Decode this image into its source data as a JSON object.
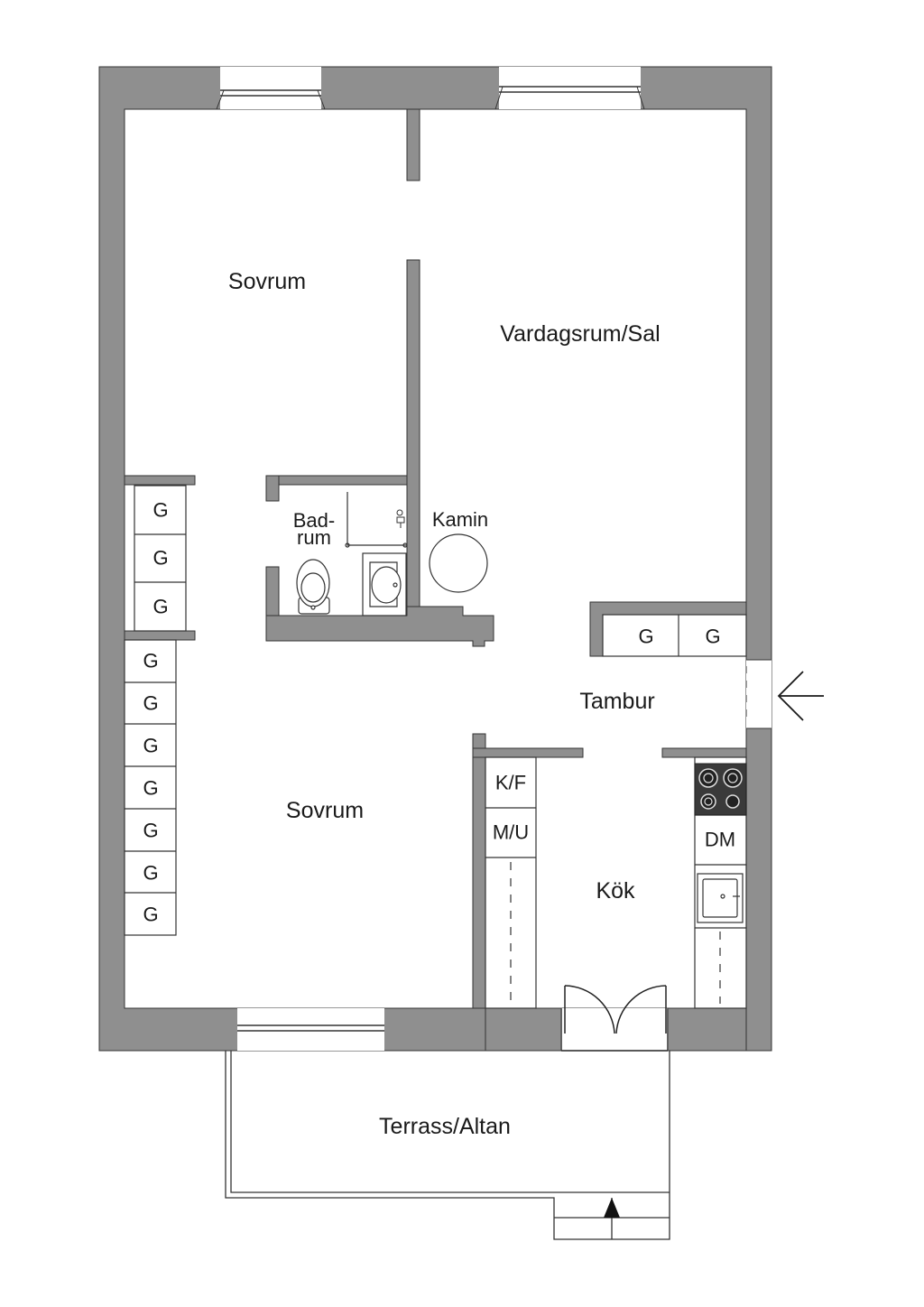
{
  "rooms": {
    "sovrum_top": "Sovrum",
    "vardagsrum": "Vardagsrum/Sal",
    "badrum_line1": "Bad-",
    "badrum_line2": "rum",
    "kamin": "Kamin",
    "tambur": "Tambur",
    "sovrum_bottom": "Sovrum",
    "kok": "Kök",
    "terrass": "Terrass/Altan"
  },
  "closet_label": "G",
  "appliances": {
    "fridge_freezer": "K/F",
    "microwave_oven": "M/U",
    "dishwasher": "DM"
  },
  "colors": {
    "wall": "#8f8f8f",
    "line": "#1a1a1a",
    "floor": "#ffffff"
  }
}
